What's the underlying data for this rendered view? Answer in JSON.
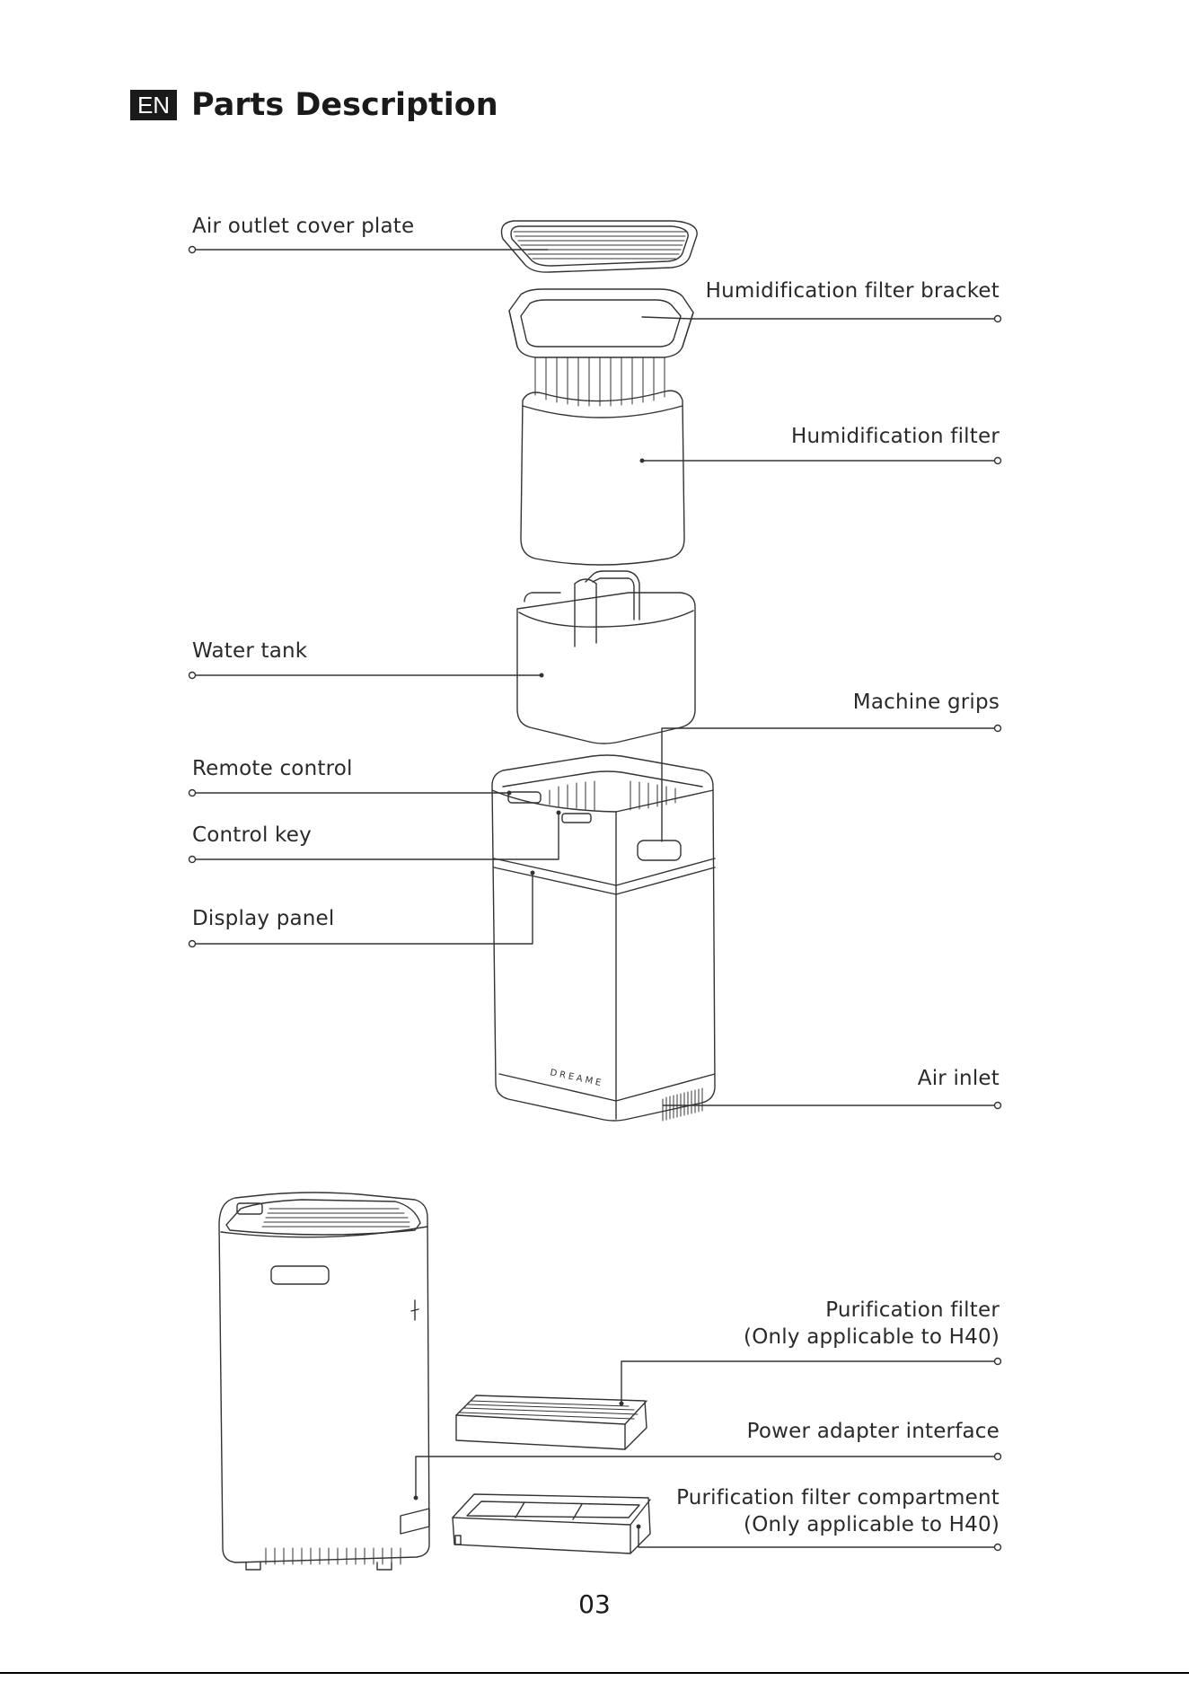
{
  "header": {
    "language_badge": "EN",
    "title": "Parts Description"
  },
  "labels": {
    "air_outlet_cover_plate": "Air outlet cover plate",
    "humidification_filter_bracket": "Humidification filter bracket",
    "humidification_filter": "Humidification filter",
    "water_tank": "Water tank",
    "machine_grips": "Machine grips",
    "remote_control": "Remote control",
    "control_key": "Control key",
    "display_panel": "Display panel",
    "air_inlet": "Air inlet",
    "purification_filter_line1": "Purification filter",
    "purification_filter_line2": "(Only applicable to H40)",
    "power_adapter_interface": "Power adapter interface",
    "purification_filter_compartment_line1": "Purification filter compartment",
    "purification_filter_compartment_line2": "(Only applicable to H40)"
  },
  "product": {
    "brand_mark": "DREAME"
  },
  "footer": {
    "page_number": "03"
  },
  "colors": {
    "ink": "#1a1a1a",
    "line": "#333333"
  }
}
